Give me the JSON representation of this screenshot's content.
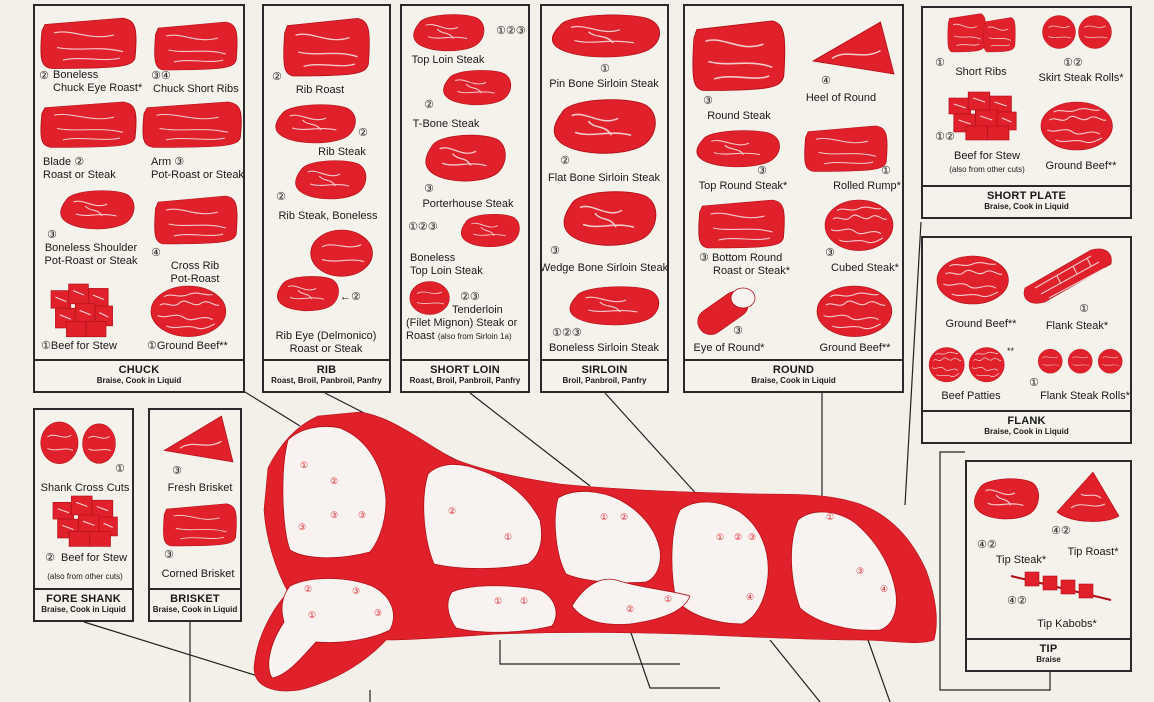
{
  "colors": {
    "meat": "#e0202a",
    "meat_dark": "#b01018",
    "paper": "#f3f0ea",
    "ink": "#1a1a1a"
  },
  "panels": {
    "chuck": {
      "title": "CHUCK",
      "sub": "Braise, Cook in Liquid",
      "items": [
        {
          "num": "②",
          "label": "Boneless",
          "label2": "Chuck Eye Roast*"
        },
        {
          "num": "③④",
          "label": "Chuck Short Ribs"
        },
        {
          "num": "②",
          "label": "Blade",
          "label2": "Roast or Steak"
        },
        {
          "num": "③",
          "label": "Arm",
          "label2": "Pot-Roast or Steak"
        },
        {
          "num": "③",
          "label": "Boneless Shoulder",
          "label2": "Pot-Roast or Steak"
        },
        {
          "num": "④",
          "label": "Cross Rib",
          "label2": "Pot-Roast"
        },
        {
          "num": "①",
          "label": "Beef for Stew"
        },
        {
          "num": "①",
          "label": "Ground Beef**"
        }
      ]
    },
    "rib": {
      "title": "RIB",
      "sub": "Roast, Broil, Panbroil, Panfry",
      "items": [
        {
          "num": "②",
          "label": "Rib Roast"
        },
        {
          "num": "②",
          "label": "Rib Steak"
        },
        {
          "num": "②",
          "label": "Rib Steak,  Boneless"
        },
        {
          "num": "←②",
          "label": "Rib Eye (Delmonico)",
          "label2": "Roast or Steak"
        }
      ]
    },
    "short_loin": {
      "title": "SHORT LOIN",
      "sub": "Roast, Broil, Panbroil, Panfry",
      "items": [
        {
          "num": "①②③",
          "label": "Top Loin Steak"
        },
        {
          "num": "②",
          "label": "T-Bone Steak"
        },
        {
          "num": "③",
          "label": "Porterhouse Steak"
        },
        {
          "num": "①②③",
          "label": "Boneless",
          "label2": "Top Loin Steak"
        },
        {
          "num": "②③",
          "label": "Tenderloin",
          "label2": "(Filet Mignon) Steak or",
          "label3": "Roast",
          "note": "(also from Sirloin 1a)"
        }
      ]
    },
    "sirloin": {
      "title": "SIRLOIN",
      "sub": "Broil, Panbroil, Panfry",
      "items": [
        {
          "num": "①",
          "label": "Pin Bone Sirloin Steak"
        },
        {
          "num": "②",
          "label": "Flat Bone Sirloin Steak"
        },
        {
          "num": "③",
          "label": "Wedge Bone Sirloin Steak"
        },
        {
          "num": "①②③",
          "label": "Boneless Sirloin Steak"
        }
      ]
    },
    "round": {
      "title": "ROUND",
      "sub": "Braise, Cook in Liquid",
      "items": [
        {
          "num": "③",
          "label": "Round Steak"
        },
        {
          "num": "④",
          "label": "Heel of Round"
        },
        {
          "num": "③",
          "label": "Top Round Steak*"
        },
        {
          "num": "①",
          "label": "Rolled Rump*"
        },
        {
          "num": "③",
          "label": "Bottom Round",
          "label2": "Roast or Steak*"
        },
        {
          "num": "③",
          "label": "Cubed Steak*"
        },
        {
          "num": "③",
          "label": "Eye of Round*"
        },
        {
          "num": "",
          "label": "Ground Beef**"
        }
      ]
    },
    "short_plate": {
      "title": "SHORT PLATE",
      "sub": "Braise, Cook in Liquid",
      "items": [
        {
          "num": "①",
          "label": "Short Ribs"
        },
        {
          "num": "①②",
          "label": "Skirt Steak Rolls*"
        },
        {
          "num": "①②",
          "label": "Beef for Stew",
          "note": "(also from other cuts)"
        },
        {
          "num": "",
          "label": "Ground Beef**"
        }
      ]
    },
    "flank": {
      "title": "FLANK",
      "sub": "Braise, Cook in Liquid",
      "items": [
        {
          "num": "",
          "label": "Ground Beef**"
        },
        {
          "num": "①",
          "label": "Flank Steak*"
        },
        {
          "num": "**",
          "label": "Beef Patties"
        },
        {
          "num": "①",
          "label": "Flank Steak Rolls*"
        }
      ]
    },
    "fore_shank": {
      "title": "FORE SHANK",
      "sub": "Braise, Cook in Liquid",
      "items": [
        {
          "num": "①",
          "label": "Shank Cross Cuts"
        },
        {
          "num": "②",
          "label": "Beef for Stew",
          "note": "(also from other cuts)"
        }
      ]
    },
    "brisket": {
      "title": "BRISKET",
      "sub": "Braise, Cook in Liquid",
      "items": [
        {
          "num": "③",
          "label": "Fresh Brisket"
        },
        {
          "num": "③",
          "label": "Corned Brisket"
        }
      ]
    },
    "tip": {
      "title": "TIP",
      "sub": "Braise",
      "items": [
        {
          "num": "④②",
          "label": "Tip Steak*"
        },
        {
          "num": "④②",
          "label": "Tip Roast*"
        },
        {
          "num": "④②",
          "label": "Tip Kabobs*"
        }
      ]
    }
  }
}
